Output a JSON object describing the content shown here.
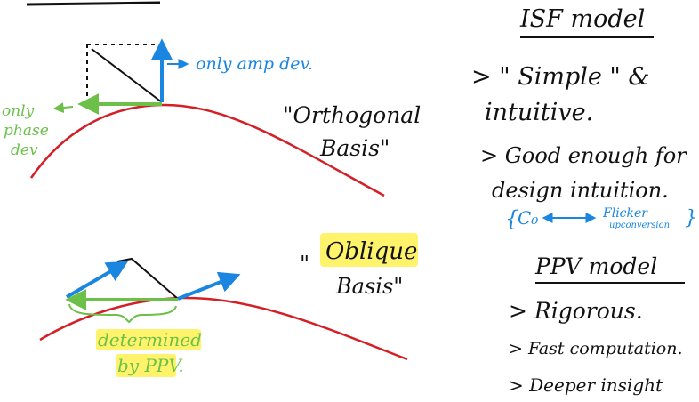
{
  "colors": {
    "curve": "#d41f26",
    "blue_arrow": "#1a86e0",
    "green_arrow": "#6cc04a",
    "ink": "#111111",
    "highlight": "#fff36b"
  },
  "top_diagram": {
    "amp_label": "only amp dev.",
    "phase_label_line1": "only",
    "phase_label_line2": "phase",
    "phase_label_line3": "dev",
    "basis_line1": "\"Orthogonal",
    "basis_line2": "Basis\""
  },
  "bottom_diagram": {
    "basis_prefix": "\"",
    "basis_line1": "Oblique",
    "basis_line2": "Basis\"",
    "determined_line1": "determined",
    "determined_line2": "by PPV."
  },
  "isf": {
    "title": "ISF model",
    "bullet1_line1": "> \" Simple \" &",
    "bullet1_line2": "intuitive.",
    "bullet2_line1": "> Good enough for",
    "bullet2_line2": "design intuition.",
    "brace_left": "{",
    "c0_label": "C₀",
    "flicker_line1": "Flicker",
    "flicker_line2": "upconversion",
    "brace_right": "}"
  },
  "ppv": {
    "title": "PPV model",
    "bullet1": "> Rigorous.",
    "bullet2": "> Fast computation.",
    "bullet3": "> Deeper insight"
  }
}
